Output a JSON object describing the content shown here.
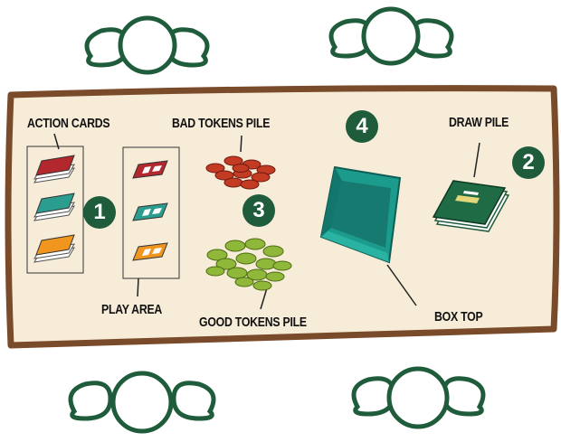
{
  "labels": {
    "action_cards": "ACTION CARDS",
    "bad_tokens_pile": "BAD TOKENS PILE",
    "draw_pile": "DRAW PILE",
    "play_area": "PLAY AREA",
    "good_tokens_pile": "GOOD TOKENS PILE",
    "box_top": "BOX TOP"
  },
  "markers": {
    "m1": "1",
    "m2": "2",
    "m3": "3",
    "m4": "4"
  },
  "colors": {
    "outline": "#1f5c3b",
    "table": "#f6ecd8",
    "table_border": "#7a4b2a",
    "red_card": "#b3282d",
    "teal_card": "#2a9d8f",
    "orange_card": "#f0961e",
    "box": "#1b9b8c",
    "bad_tokens": "#c23b22",
    "good_tokens": "#8fb83a"
  },
  "icons": [
    "player-seat-icon",
    "card-stack-icon",
    "card-icon",
    "token-pile-icon",
    "box-top-icon",
    "draw-pile-icon"
  ]
}
